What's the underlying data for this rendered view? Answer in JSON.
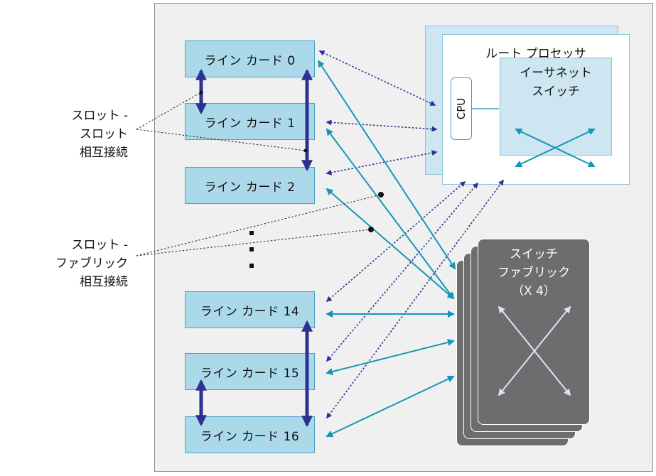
{
  "cards": [
    "ライン カード 0",
    "ライン カード 1",
    "ライン カード 2",
    "ライン カード 14",
    "ライン カード 15",
    "ライン カード 16"
  ],
  "route_processor": {
    "title": "ルート プロセッサ",
    "cpu_label": "CPU",
    "ethernet_switch_line1": "イーサネット",
    "ethernet_switch_line2": "スイッチ"
  },
  "switch_fabric": {
    "line1": "スイッチ",
    "line2": "ファブリック",
    "line3": "（X 4）"
  },
  "slot_to_slot_label": {
    "line1": "スロット -",
    "line2": "スロット",
    "line3": "相互接続"
  },
  "slot_to_fabric_label": {
    "line1": "スロット -",
    "line2": "ファブリック",
    "line3": "相互接続"
  },
  "colors": {
    "card_fill": "#abd9ea",
    "navy_link": "#2e3192",
    "teal_link": "#1596b8",
    "fabric_fill": "#6d6d70",
    "chassis_fill": "#f0f0f0"
  }
}
